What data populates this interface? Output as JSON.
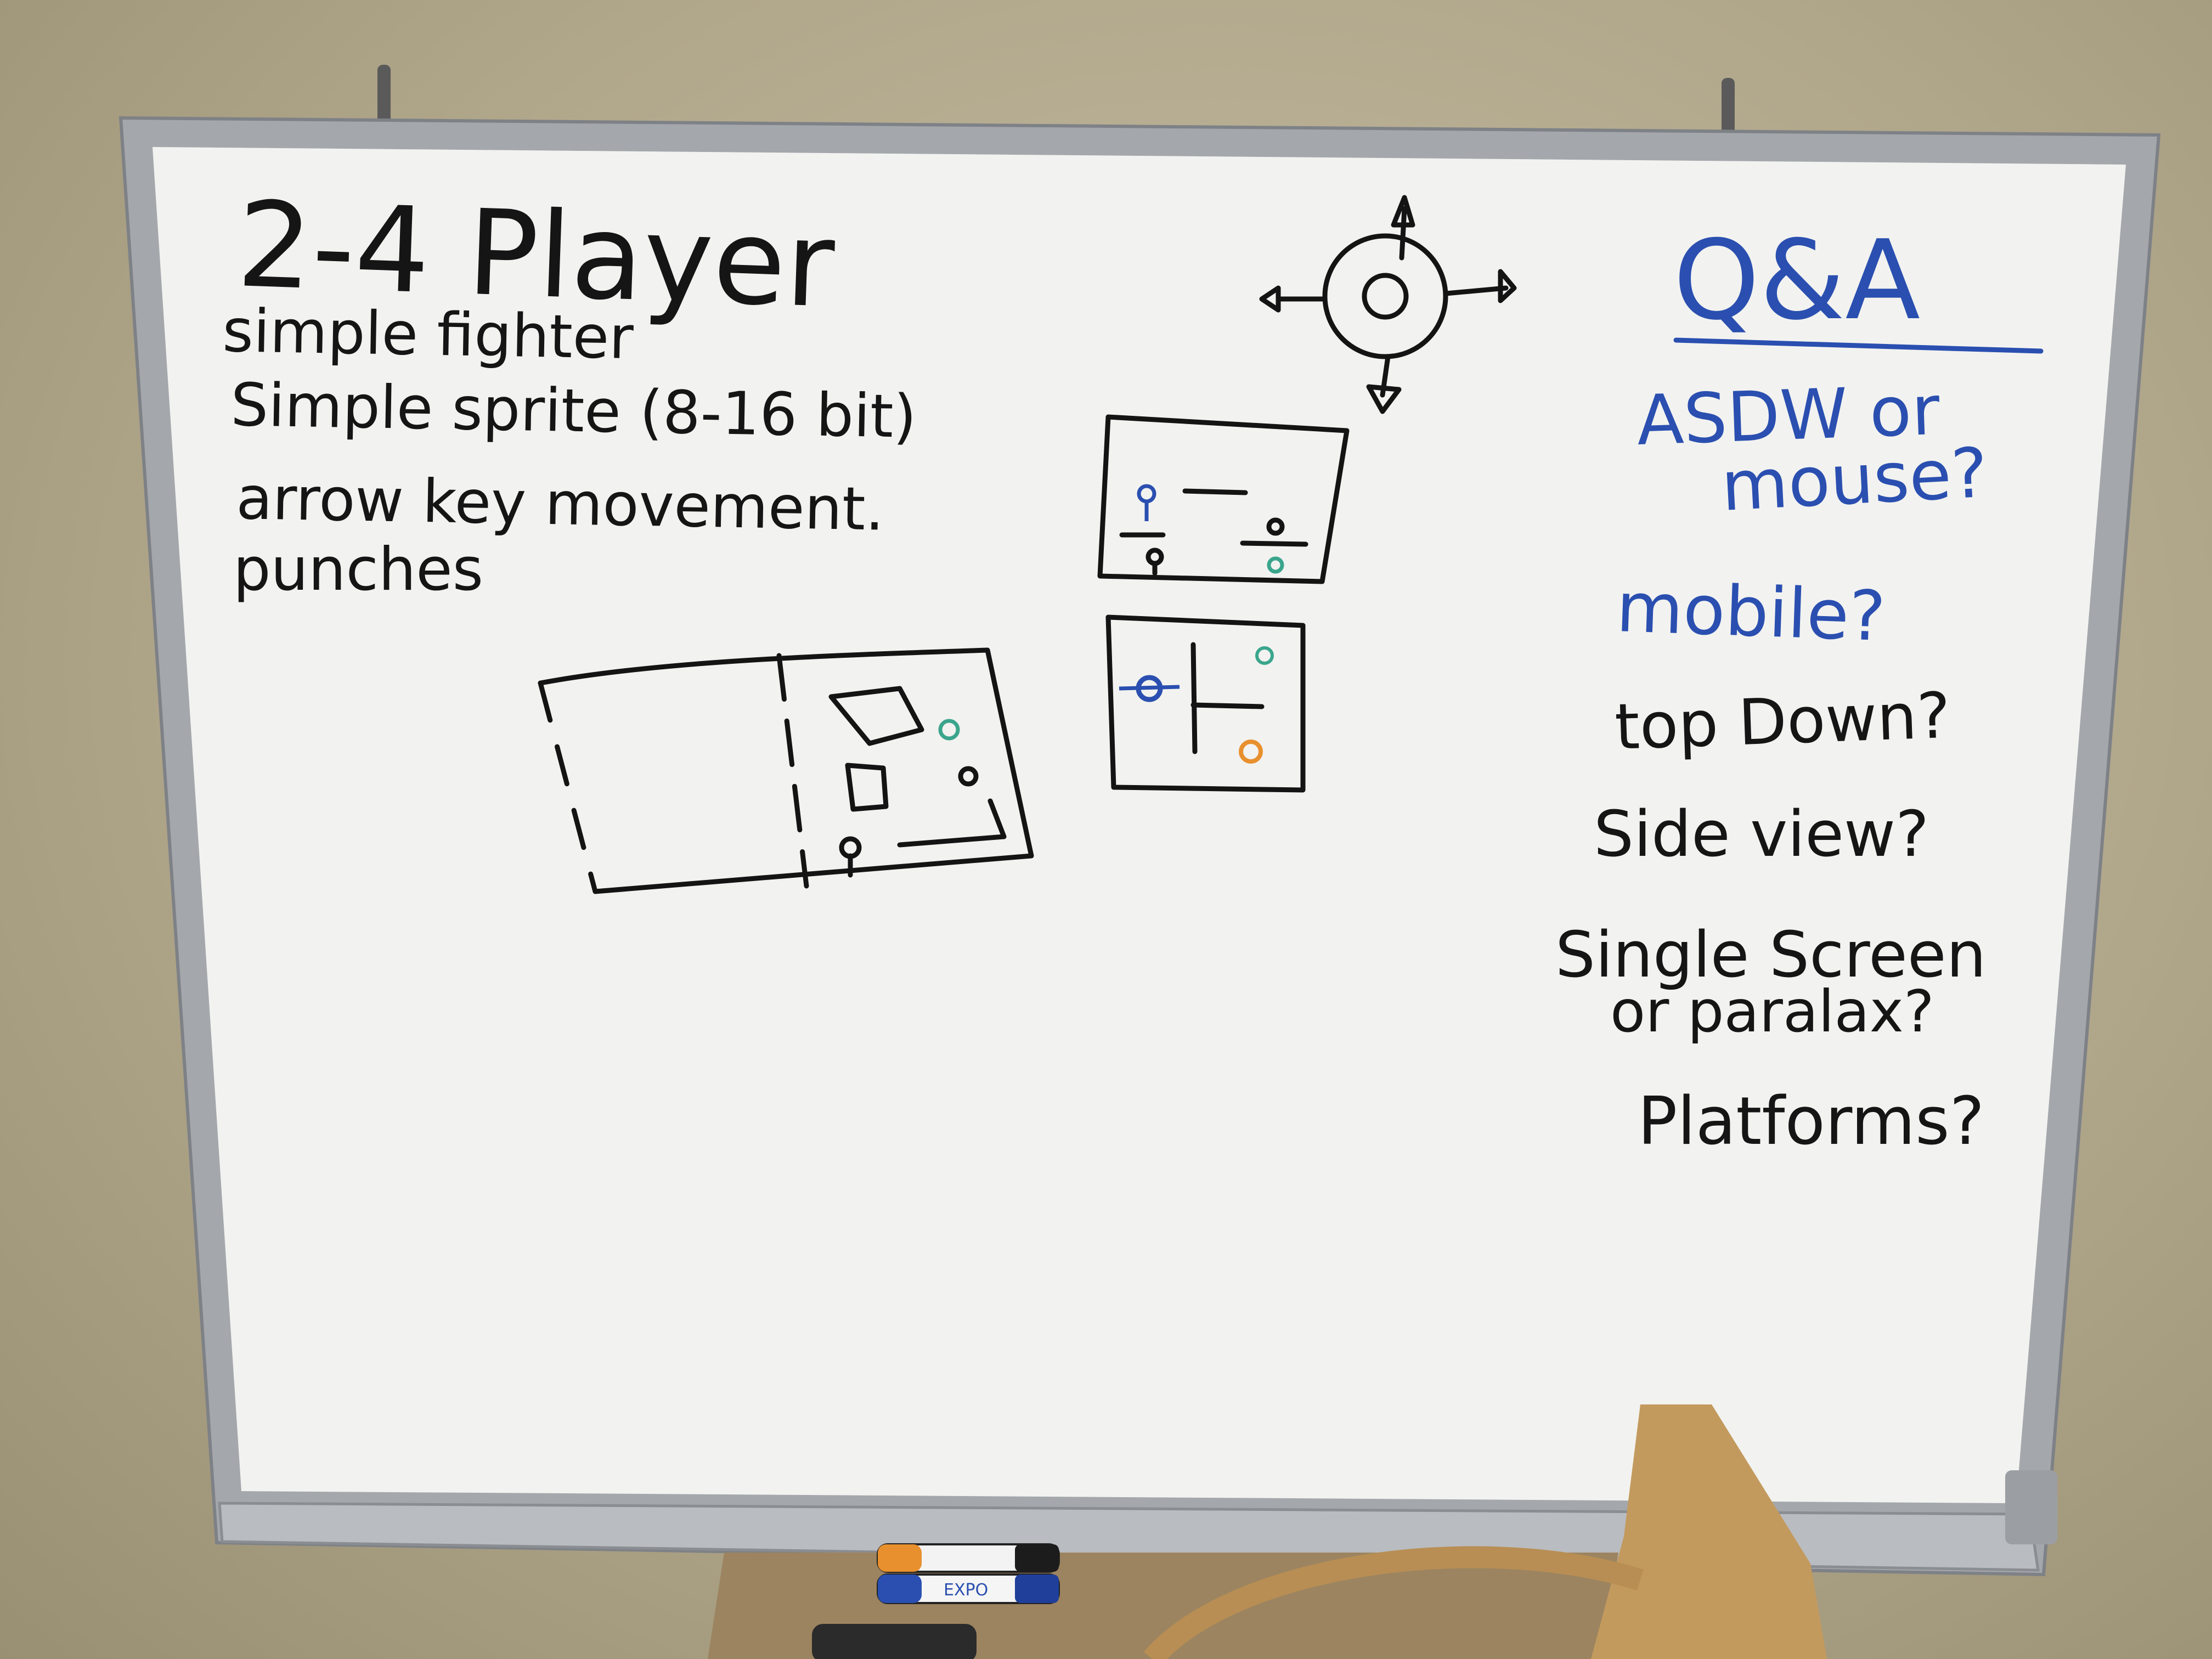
{
  "whiteboard": {
    "left_notes": {
      "title": "2-4 Player",
      "lines": [
        "simple fighter",
        "Simple sprite (8-16 bit)",
        "arrow key movement.",
        "punches"
      ]
    },
    "qa": {
      "heading": "Q&A",
      "questions": [
        "ASDW or",
        "mouse?",
        "mobile?",
        "top Down?",
        "Side view?",
        "Single Screen",
        "or paralax?",
        "Platforms?"
      ]
    },
    "marker_colors": {
      "black": "#141414",
      "blue": "#2a4fb0",
      "green": "#3aa58c",
      "orange": "#e8902e"
    }
  },
  "markers": [
    {
      "color": "orange",
      "label": ""
    },
    {
      "color": "blue",
      "label": "EXPO"
    }
  ]
}
